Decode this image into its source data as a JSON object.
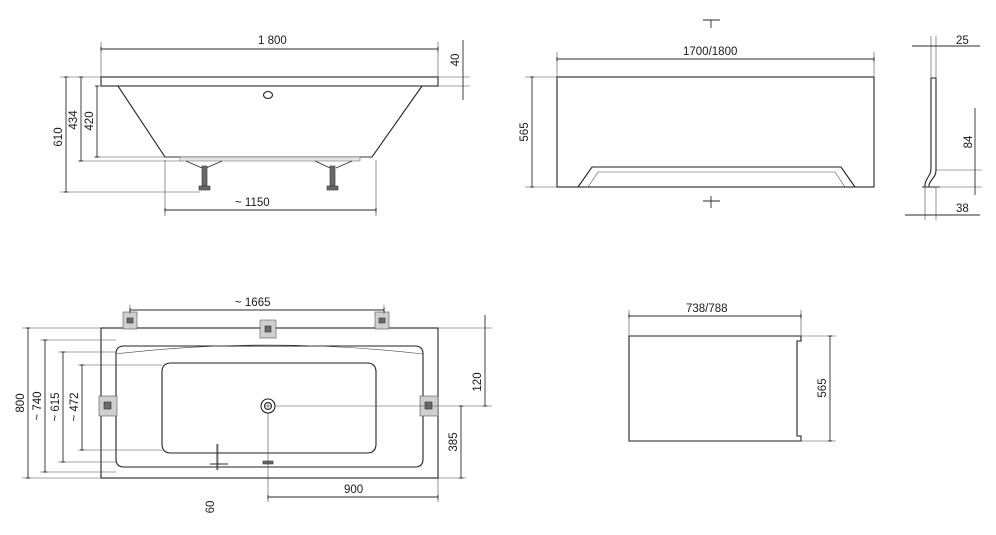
{
  "side_view": {
    "length": "1 800",
    "rim_height": "40",
    "height_total": "610",
    "depth_outer": "434",
    "depth_inner": "420",
    "base_length": "~ 1150"
  },
  "front_panel": {
    "length": "1700/1800",
    "height": "565"
  },
  "panel_profile": {
    "top_width": "25",
    "foot_height": "84",
    "bottom_width": "38"
  },
  "top_view": {
    "inner_length": "~ 1665",
    "width_total": "800",
    "width_740": "~ 740",
    "width_615": "~ 615",
    "width_472": "~ 472",
    "drain_from_back": "120",
    "drain_from_front": "385",
    "drain_from_end": "900",
    "overflow_offset": "60"
  },
  "end_panel": {
    "width": "738/788",
    "height": "565"
  }
}
